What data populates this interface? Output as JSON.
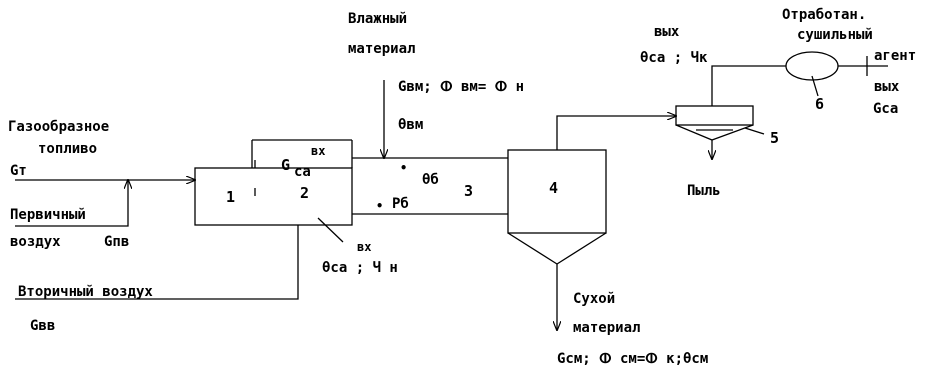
{
  "labels": {
    "wet_material_1": "Влажный",
    "wet_material_2": "материал",
    "wet_material_flow": "Gвм; ⵀ вм= ⵀ н",
    "wet_material_temp": "θвм",
    "gaseous_fuel_1": "Газообразное",
    "gaseous_fuel_2": "топливо",
    "fuel_flow": "Gт",
    "primary_air_1": "Первичный",
    "primary_air_2": "воздух",
    "primary_air_flow": "Gпв",
    "secondary_air": "Вторичный воздух",
    "secondary_air_flow": "Gвв",
    "agent_in_sup": "вх",
    "agent_in_G": "G",
    "agent_in_sub": "са",
    "inlet_sup": "вх",
    "inlet_params": "θса  ;  Ч н",
    "outlet_sup": "вых",
    "outlet_params": "θса ; Чк",
    "spent_agent_1": "Отработан.",
    "spent_agent_2": "сушильный",
    "spent_agent_3": "агент",
    "spent_out_sup": "вых",
    "spent_out_flow": "Gса",
    "drum_temp": "θб",
    "drum_pressure": "Рб",
    "dust": "Пыль",
    "dry_material_1": "Сухой",
    "dry_material_2": "материал",
    "dry_material_flow": "Gсм; ⵀ см=ⵀ к;θсм",
    "dot_marker": "•"
  },
  "units": {
    "u1": "1",
    "u2": "2",
    "u3": "3",
    "u4": "4",
    "u5": "5",
    "u6": "6"
  }
}
